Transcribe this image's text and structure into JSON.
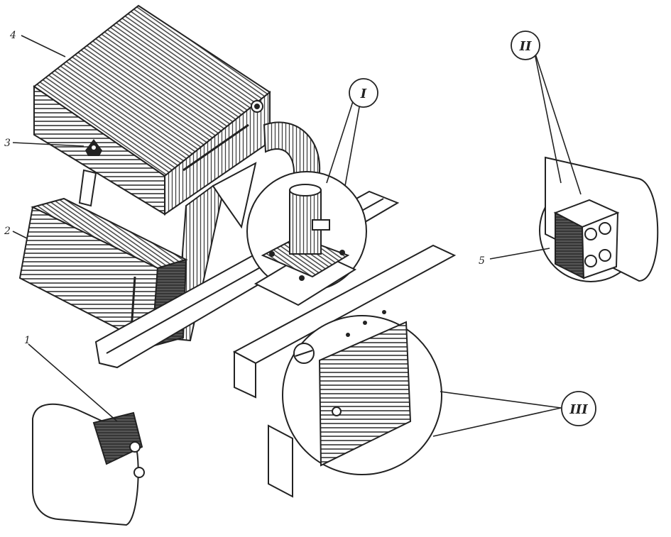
{
  "figure": {
    "callouts": [
      {
        "id": "c1",
        "text": "1"
      },
      {
        "id": "c2",
        "text": "2"
      },
      {
        "id": "c3",
        "text": "3"
      },
      {
        "id": "c4",
        "text": "4"
      },
      {
        "id": "c5",
        "text": "5"
      }
    ],
    "detail_views": [
      {
        "id": "dI",
        "text": "I"
      },
      {
        "id": "dII",
        "text": "II"
      },
      {
        "id": "dIII",
        "text": "III"
      }
    ],
    "colors": {
      "ink": "#222222",
      "paper": "#ffffff",
      "shade": "#555555"
    }
  }
}
